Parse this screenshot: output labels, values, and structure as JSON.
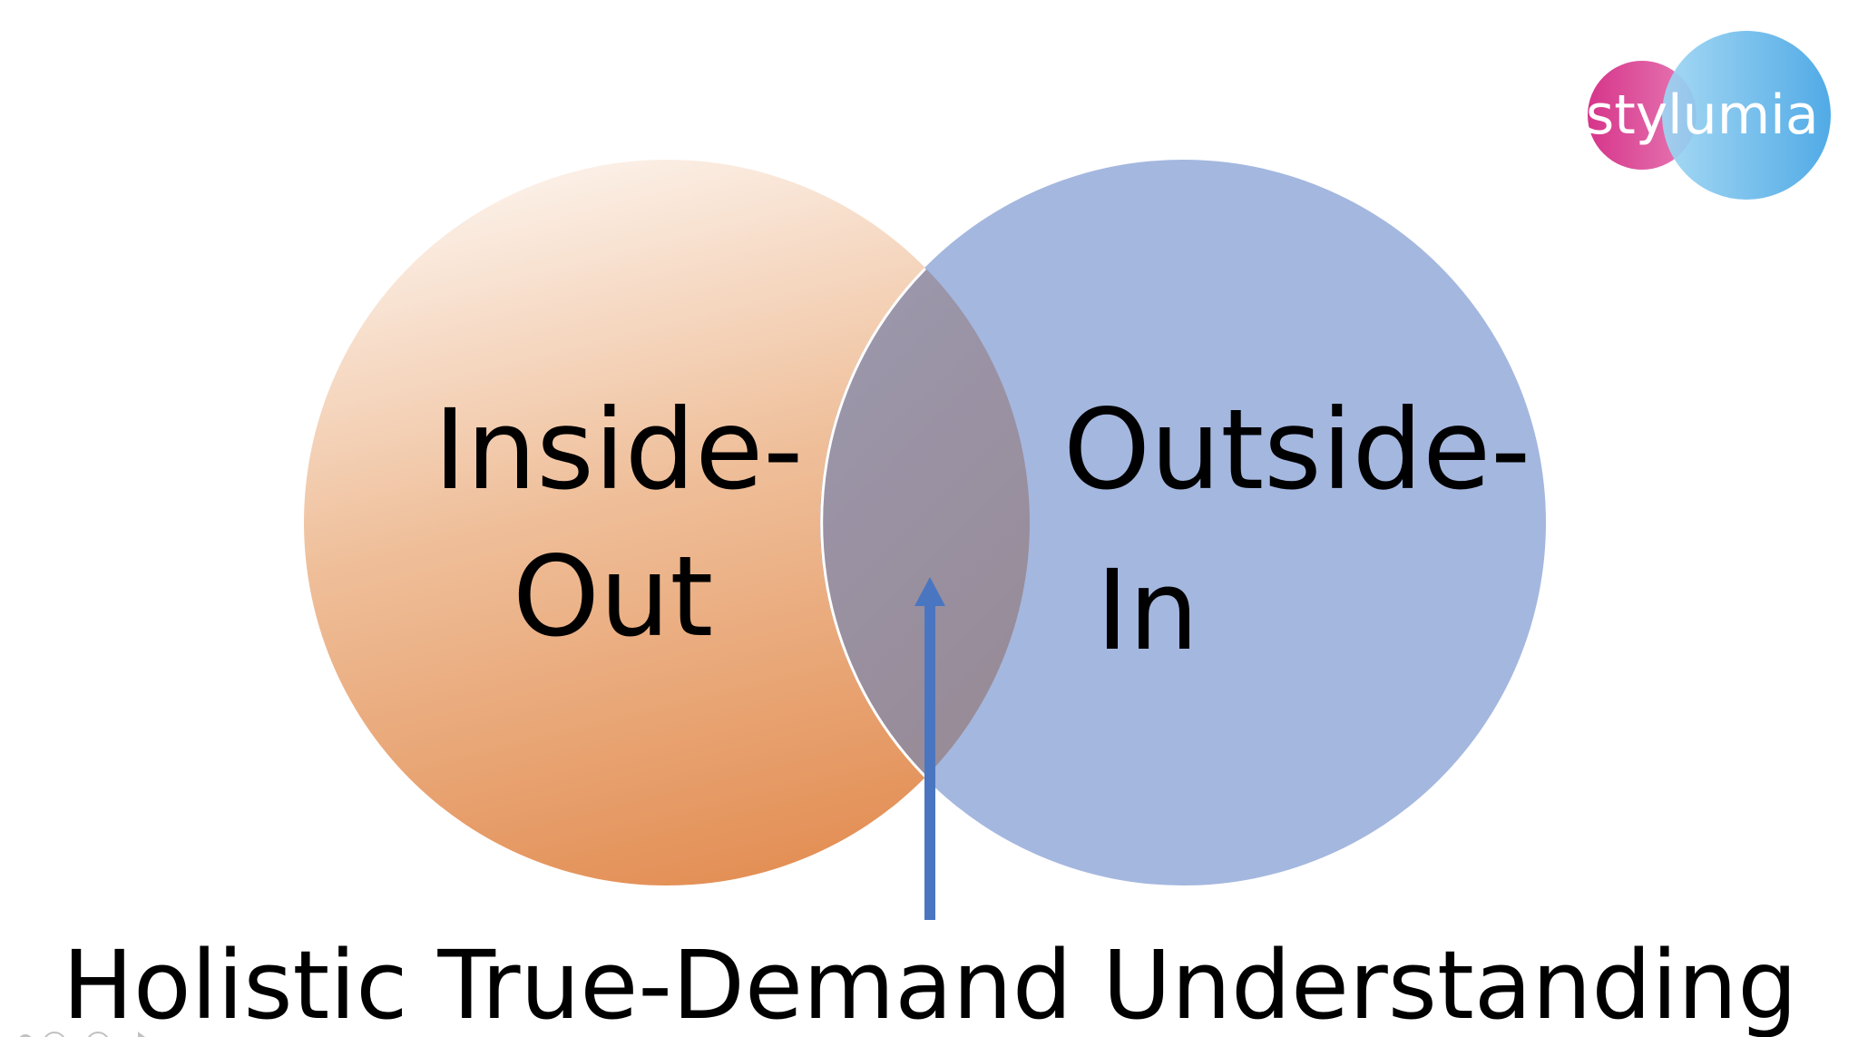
{
  "logo": {
    "text_left": "sty",
    "text_right": "lumia",
    "colors": {
      "pink": "#d93a8e",
      "blue": "#4aa8e6"
    }
  },
  "venn": {
    "left": {
      "line1": "Inside-",
      "line2": "Out",
      "color_top": "#fbeee4",
      "color_bottom": "#e48e55"
    },
    "right": {
      "line1": "Outside-",
      "line2": "In",
      "color": "#a4b7df"
    },
    "overlap_color": "#988e9e"
  },
  "arrow": {
    "color": "#4a76c1"
  },
  "caption": "Holistic True-Demand Understanding"
}
